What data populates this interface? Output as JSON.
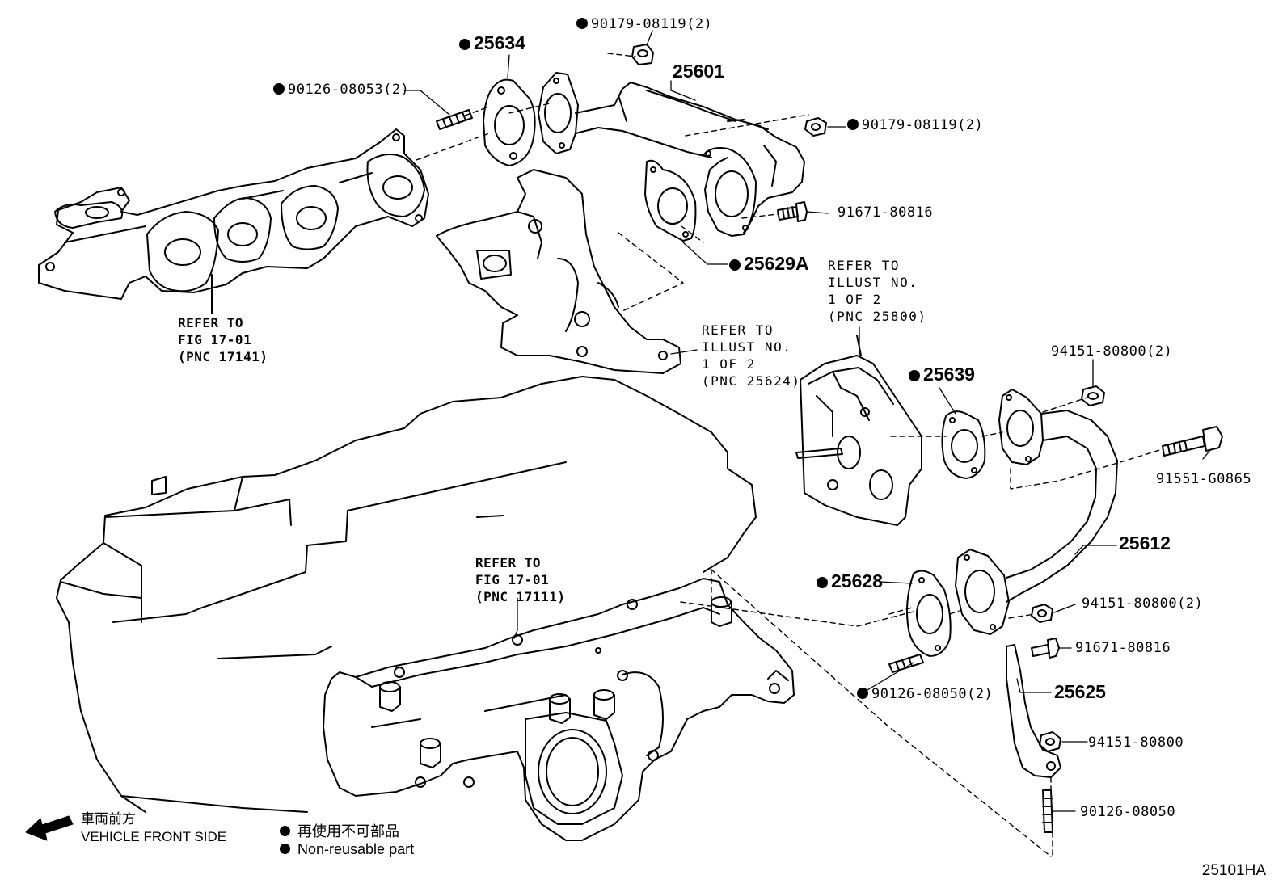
{
  "labels": {
    "p90179_top": "90179-08119(2)",
    "p25634": "25634",
    "p90126_08053": "90126-08053(2)",
    "p25601": "25601",
    "p90179_right": "90179-08119(2)",
    "p91671_a": "91671-80816",
    "p25629a": "25629A",
    "p25639": "25639",
    "p94151_a": "94151-80800(2)",
    "p91551": "91551-G0865",
    "p25612": "25612",
    "p25628": "25628",
    "p94151_b": "94151-80800(2)",
    "p91671_b": "91671-80816",
    "p25625": "25625",
    "p90126_08050_2": "90126-08050(2)",
    "p94151_c": "94151-80800",
    "p90126_08050": "90126-08050"
  },
  "refs": {
    "fig_17141": [
      "REFER TO",
      "FIG 17-01",
      "(PNC 17141)"
    ],
    "illust_25800": [
      "REFER TO",
      "ILLUST NO.",
      "1 OF 2",
      "(PNC 25800)"
    ],
    "illust_25624": [
      "REFER TO",
      "ILLUST NO.",
      "1 OF 2",
      "(PNC 25624)"
    ],
    "fig_17111": [
      "REFER TO",
      "FIG 17-01",
      "(PNC 17111)"
    ]
  },
  "legend": {
    "front_jp": "車両前方",
    "front_en": "VEHICLE FRONT SIDE",
    "nonreuse_jp": "再使用不可部品",
    "nonreuse_en": "Non-reusable part"
  },
  "figure_code": "25101HA"
}
